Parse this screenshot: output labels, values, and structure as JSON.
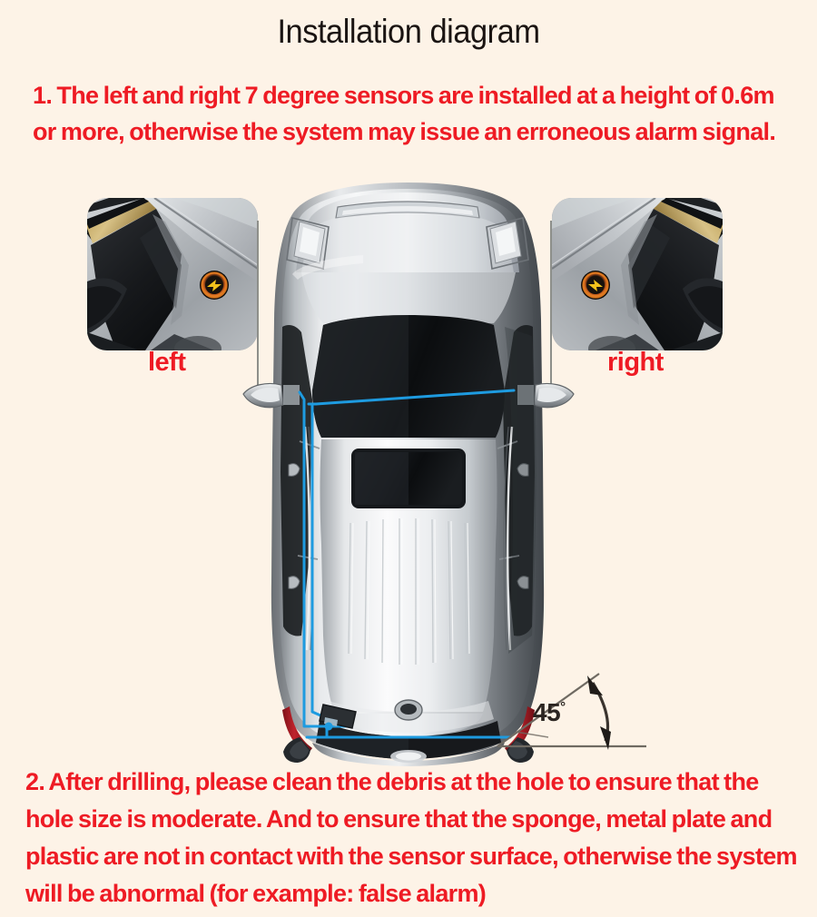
{
  "page": {
    "title": "Installation diagram",
    "background_color": "#fdf3e7",
    "text_color_red": "#ee1b24",
    "text_color_dark": "#1a1412",
    "wire_color_blue": "#1e9be0"
  },
  "notes": {
    "note_1": "1. The left and right 7 degree sensors are installed at a height of 0.6m or more, otherwise the system may issue an erroneous alarm signal.",
    "note_2": "2. After drilling, please clean the debris at the hole to ensure that the hole size is moderate. And to ensure that the sponge, metal plate and plastic are not in contact with the sensor surface, otherwise the system will be abnormal (for example: false alarm)"
  },
  "insets": {
    "left": {
      "caption": "left",
      "description": "close-up photo of left A-pillar with blind spot sensor installed"
    },
    "right": {
      "caption": "right",
      "description": "close-up photo of right A-pillar with blind spot sensor installed"
    }
  },
  "diagram": {
    "vehicle_view": "top-down car illustration",
    "angle_value": "45",
    "angle_degree_symbol": "°"
  }
}
